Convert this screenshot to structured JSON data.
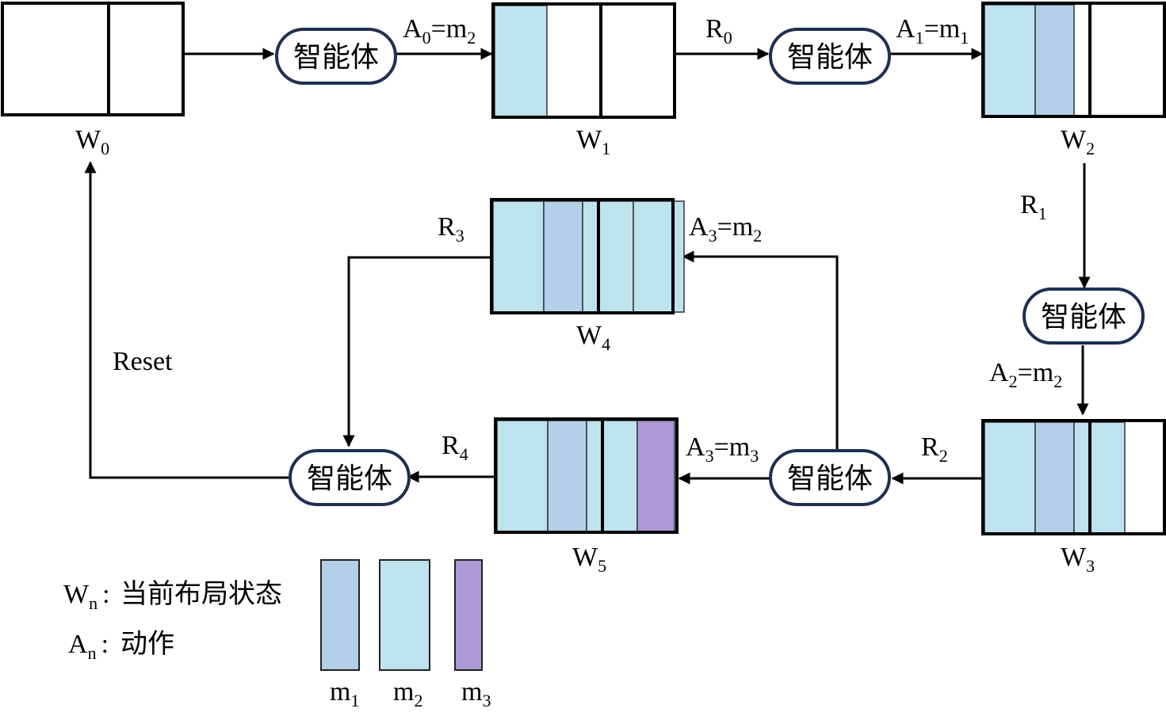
{
  "colors": {
    "m1": "#b3d0e8",
    "m2": "#bde3ee",
    "m3": "#ac9ad6",
    "agent_border": "#1f3050"
  },
  "agent_label": "智能体",
  "states": {
    "w0": {
      "base": "W",
      "sub": "0"
    },
    "w1": {
      "base": "W",
      "sub": "1"
    },
    "w2": {
      "base": "W",
      "sub": "2"
    },
    "w3": {
      "base": "W",
      "sub": "3"
    },
    "w4": {
      "base": "W",
      "sub": "4"
    },
    "w5": {
      "base": "W",
      "sub": "5"
    }
  },
  "actions": {
    "a0": {
      "base": "A",
      "sub": "0",
      "eq": "=m",
      "sub2": "2"
    },
    "a1": {
      "base": "A",
      "sub": "1",
      "eq": "=m",
      "sub2": "1"
    },
    "a2": {
      "base": "A",
      "sub": "2",
      "eq": "=m",
      "sub2": "2"
    },
    "a3_up": {
      "base": "A",
      "sub": "3",
      "eq": "=m",
      "sub2": "2"
    },
    "a3_left": {
      "base": "A",
      "sub": "3",
      "eq": "=m",
      "sub2": "3"
    }
  },
  "rewards": {
    "r0": {
      "base": "R",
      "sub": "0"
    },
    "r1": {
      "base": "R",
      "sub": "1"
    },
    "r2": {
      "base": "R",
      "sub": "2"
    },
    "r3": {
      "base": "R",
      "sub": "3"
    },
    "r4": {
      "base": "R",
      "sub": "4"
    }
  },
  "reset_label": "Reset",
  "legend": {
    "wn": {
      "base": "W",
      "sub": "n",
      "colon": ":",
      "text": "当前布局状态"
    },
    "an": {
      "base": "A",
      "sub": "n",
      "colon": ":",
      "text": "动作"
    },
    "m1": {
      "base": "m",
      "sub": "1"
    },
    "m2": {
      "base": "m",
      "sub": "2"
    },
    "m3": {
      "base": "m",
      "sub": "3"
    }
  }
}
